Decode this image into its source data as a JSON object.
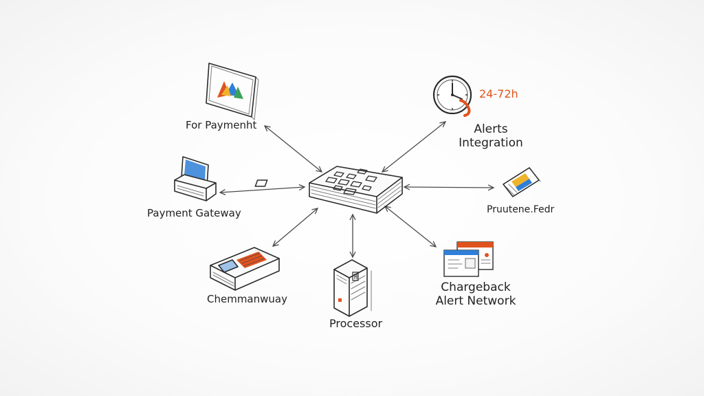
{
  "nodes": {
    "for_payment": {
      "label": "For Paymenht"
    },
    "payment_gateway": {
      "label": "Payment Gateway"
    },
    "chemmanwuay": {
      "label": "Chemmanwuay"
    },
    "processor": {
      "label": "Processor"
    },
    "chargeback": {
      "label_line1": "Chargeback",
      "label_line2": "Alert Network"
    },
    "prutenie": {
      "label": "Pruutene.Fedr"
    },
    "alerts": {
      "label_line1": "Alerts",
      "label_line2": "Integration",
      "time_label": "24-72h"
    }
  },
  "colors": {
    "accent": "#e0531f",
    "ink": "#2a2a2a",
    "screen_blue": "#2f7fd8",
    "yellow": "#f0b429"
  },
  "icons": {
    "hub": "hub-device-icon",
    "for_payment": "framed-chart-icon",
    "payment_gateway": "computer-terminal-icon",
    "chemmanwuay": "card-reader-icon",
    "processor": "server-tower-icon",
    "chargeback": "stacked-windows-icon",
    "prutenie": "payment-card-icon",
    "alerts": "clock-icon"
  }
}
